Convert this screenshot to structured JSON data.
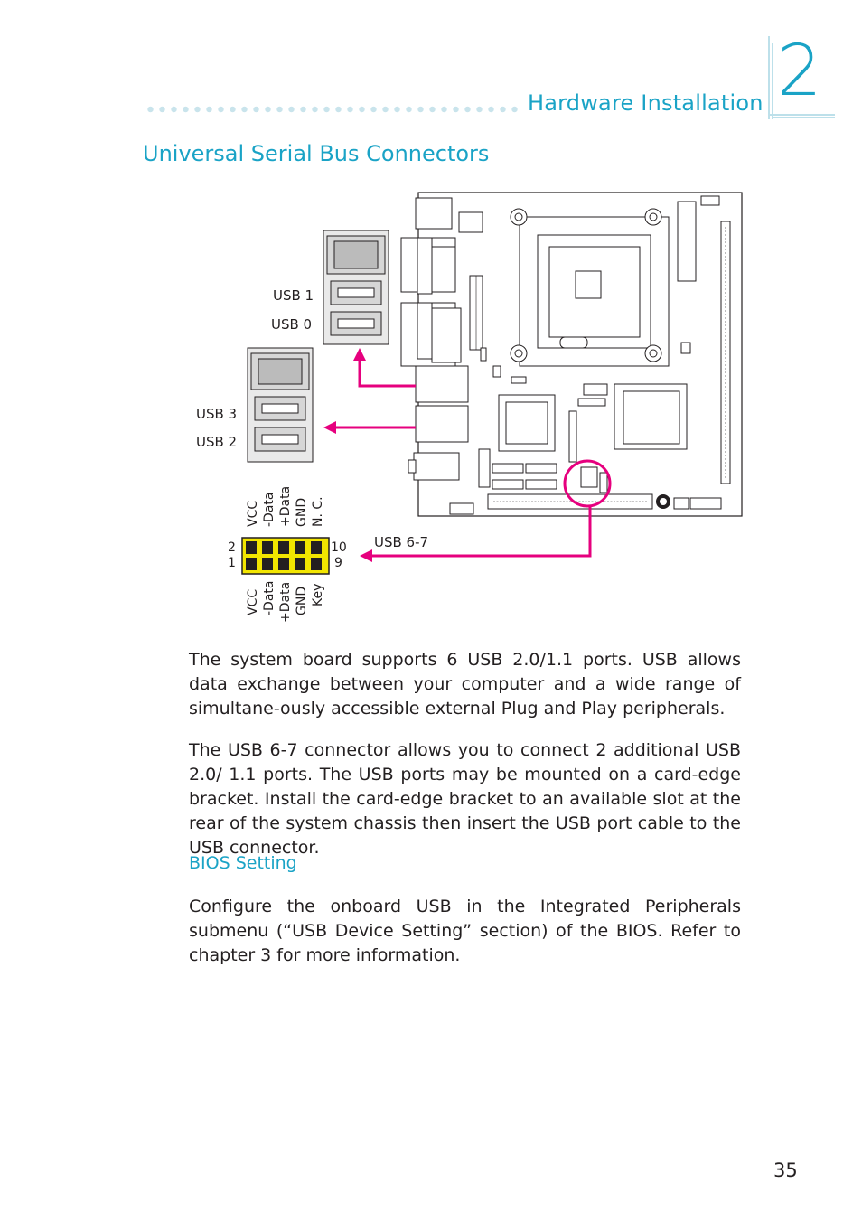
{
  "header": {
    "title": "Hardware Installation",
    "chapter_number": "2",
    "accent_color": "#1aa3c6"
  },
  "section": {
    "title": "Universal Serial Bus Connectors"
  },
  "figure": {
    "rear_panel_1_labels": [
      "USB  1",
      "USB  0"
    ],
    "rear_panel_2_labels": [
      "USB  3",
      "USB  2"
    ],
    "connector_label": "USB  6-7",
    "pin_top_labels": [
      "VCC",
      "-Data",
      "+Data",
      "GND",
      "N. C."
    ],
    "pin_bottom_labels": [
      "VCC",
      "-Data",
      "+Data",
      "GND",
      "Key"
    ],
    "pin_numbers": {
      "top_left": "2",
      "bottom_left": "1",
      "top_right": "10",
      "bottom_right": "9"
    },
    "arrow_color": "#e6007e",
    "pin_color": "#f2e500"
  },
  "body": {
    "paragraph_1": "The system board supports 6 USB 2.0/1.1 ports. USB allows data exchange between your computer and a wide range of simultane-ously accessible external Plug and Play peripherals.",
    "paragraph_2": "The USB 6-7 connector allows you to connect 2 additional USB 2.0/ 1.1 ports. The USB ports may be mounted on a card-edge bracket. Install the card-edge bracket to an available slot at the rear of the system chassis then insert the USB port cable to the USB connector.",
    "bios_heading": "BIOS Setting",
    "paragraph_3": "Configure the onboard USB in the Integrated Peripherals submenu (“USB Device Setting” section) of the BIOS. Refer to chapter 3 for more information."
  },
  "footer": {
    "page_number": "35"
  }
}
